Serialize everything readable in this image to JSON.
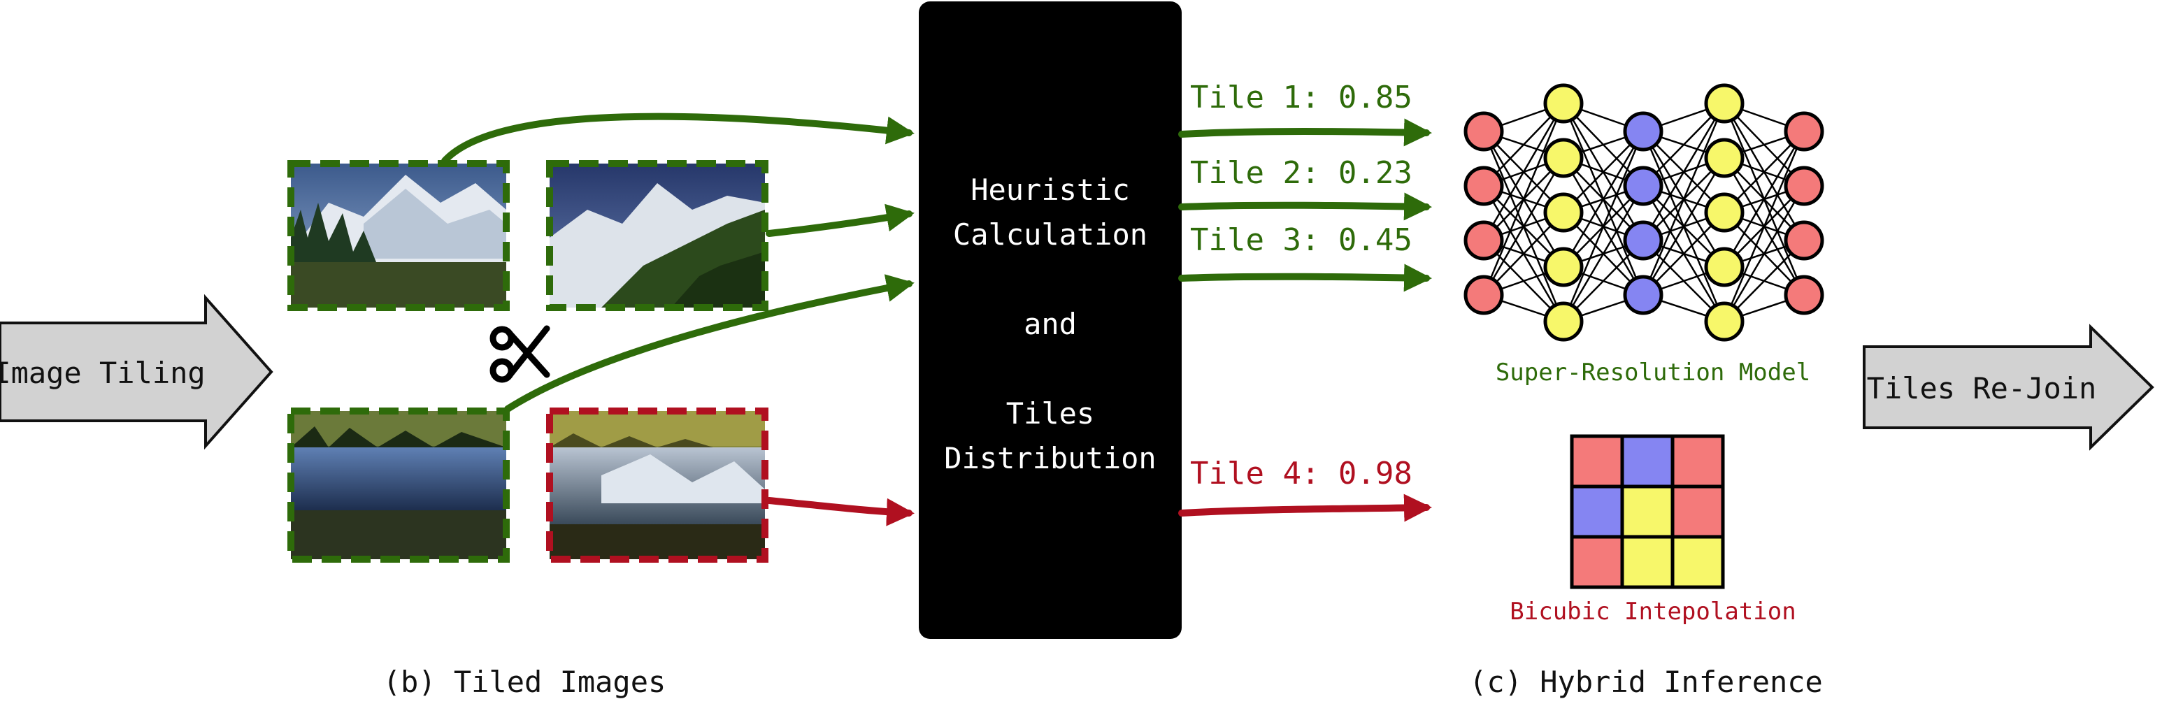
{
  "input_arrow": {
    "label": "Image Tiling"
  },
  "output_arrow": {
    "label": "Tiles Re-Join"
  },
  "center_box": {
    "line1": "Heuristic",
    "line2": "Calculation",
    "line3": "and",
    "line4": "Tiles",
    "line5": "Distribution"
  },
  "tiles": [
    {
      "label": "Tile 1: 0.85"
    },
    {
      "label": "Tile 2: 0.23"
    },
    {
      "label": "Tile 3: 0.45"
    },
    {
      "label": "Tile 4: 0.98"
    }
  ],
  "sr_model": {
    "label": "Super-Resolution Model"
  },
  "bicubic": {
    "label": "Bicubic Intepolation"
  },
  "captions": {
    "left": "(b) Tiled Images",
    "right": "(c) Hybrid Inference"
  },
  "colors": {
    "green": "#2e6b0a",
    "red": "#b01020",
    "node_red": "#f47a7a",
    "node_yellow": "#f7f76a",
    "node_blue": "#8585f2",
    "arrow_gray": "#d2d2d2"
  },
  "grid_colors": [
    [
      "red",
      "blue",
      "red"
    ],
    [
      "blue",
      "yellow",
      "red"
    ],
    [
      "red",
      "yellow",
      "yellow"
    ]
  ]
}
